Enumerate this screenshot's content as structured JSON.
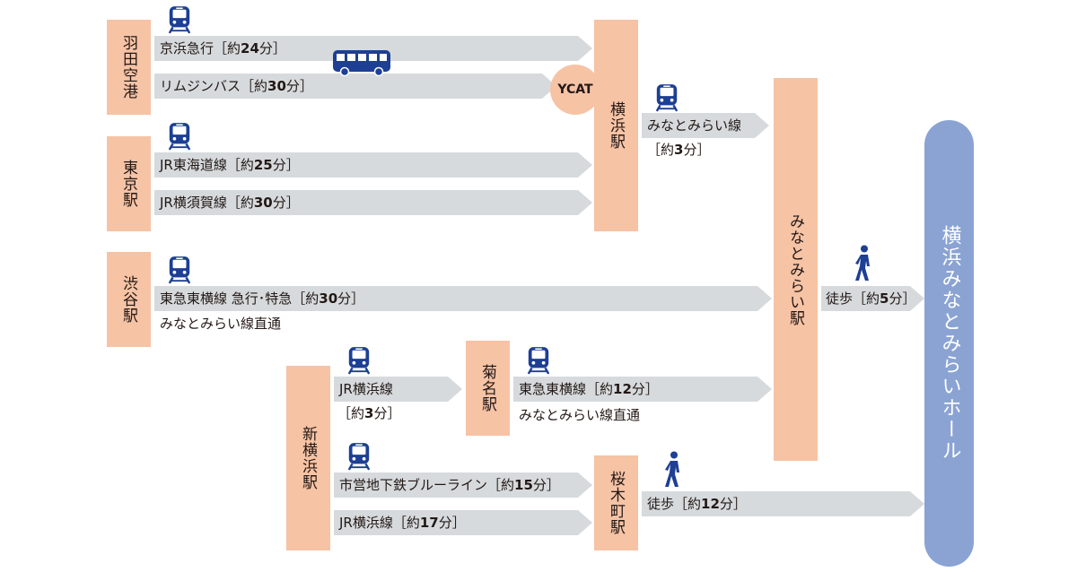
{
  "colors": {
    "station": "#f6c3a5",
    "arrow": "#d6dadc",
    "hall": "#8aa3d3",
    "icon": "#1d3f94"
  },
  "stations": {
    "haneda": "羽田空港",
    "tokyo": "東京駅",
    "shibuya": "渋谷駅",
    "shinyokohama": "新横浜駅",
    "yokohama": "横浜駅",
    "kikuna": "菊名駅",
    "sakuragicho": "桜木町駅",
    "minatomirai": "みなとみらい駅",
    "ycat": "YCAT"
  },
  "destination": "横浜みなとみらいホール",
  "routes": {
    "keikyu": {
      "name": "京浜急行［約",
      "num": "24",
      "unit": "分］"
    },
    "limousine": {
      "name": "リムジンバス［約",
      "num": "30",
      "unit": "分］"
    },
    "tokaido": {
      "name": "JR東海道線［約",
      "num": "25",
      "unit": "分］"
    },
    "yokosuka": {
      "name": "JR横須賀線［約",
      "num": "30",
      "unit": "分］"
    },
    "tokyu_shibuya": {
      "name": "東急東横線 急行･特急［約",
      "num": "30",
      "unit": "分］",
      "sub": "みなとみらい線直通"
    },
    "minatomirai_line": {
      "name": "みなとみらい線",
      "pre": "［約",
      "num": "3",
      "unit": "分］"
    },
    "jr_yokohama_kikuna": {
      "name": "JR横浜線",
      "pre": "［約",
      "num": "3",
      "unit": "分］"
    },
    "tokyu_kikuna": {
      "name": "東急東横線［約",
      "num": "12",
      "unit": "分］",
      "sub": "みなとみらい線直通"
    },
    "blueline": {
      "name": "市営地下鉄ブルーライン［約",
      "num": "15",
      "unit": "分］"
    },
    "jr_yokohama_sakuragi": {
      "name": "JR横浜線［約",
      "num": "17",
      "unit": "分］"
    },
    "walk_minatomirai": {
      "name": "徒歩［約",
      "num": "5",
      "unit": "分］"
    },
    "walk_sakuragicho": {
      "name": "徒歩［約",
      "num": "12",
      "unit": "分］"
    }
  },
  "icons": [
    "train-icon",
    "bus-icon",
    "walker-icon"
  ]
}
